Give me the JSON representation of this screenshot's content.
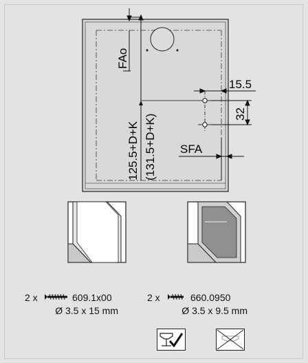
{
  "diagram": {
    "dimensions": {
      "fao": "FAo",
      "d1": "15.5",
      "d2": "32",
      "h1": "125.5+D+K",
      "h2": "(131.5+D+K)",
      "sfa": "SFA"
    }
  },
  "screws": [
    {
      "qty": "2 x",
      "icon": "long-screw-icon",
      "part": "609.1x00",
      "size": "Ø 3.5 x 15 mm"
    },
    {
      "qty": "2 x",
      "icon": "short-screw-icon",
      "part": "660.0950",
      "size": "Ø 3.5 x 9.5 mm"
    }
  ],
  "symbols": [
    "allowed-mounting-icon",
    "not-allowed-mounting-icon"
  ]
}
